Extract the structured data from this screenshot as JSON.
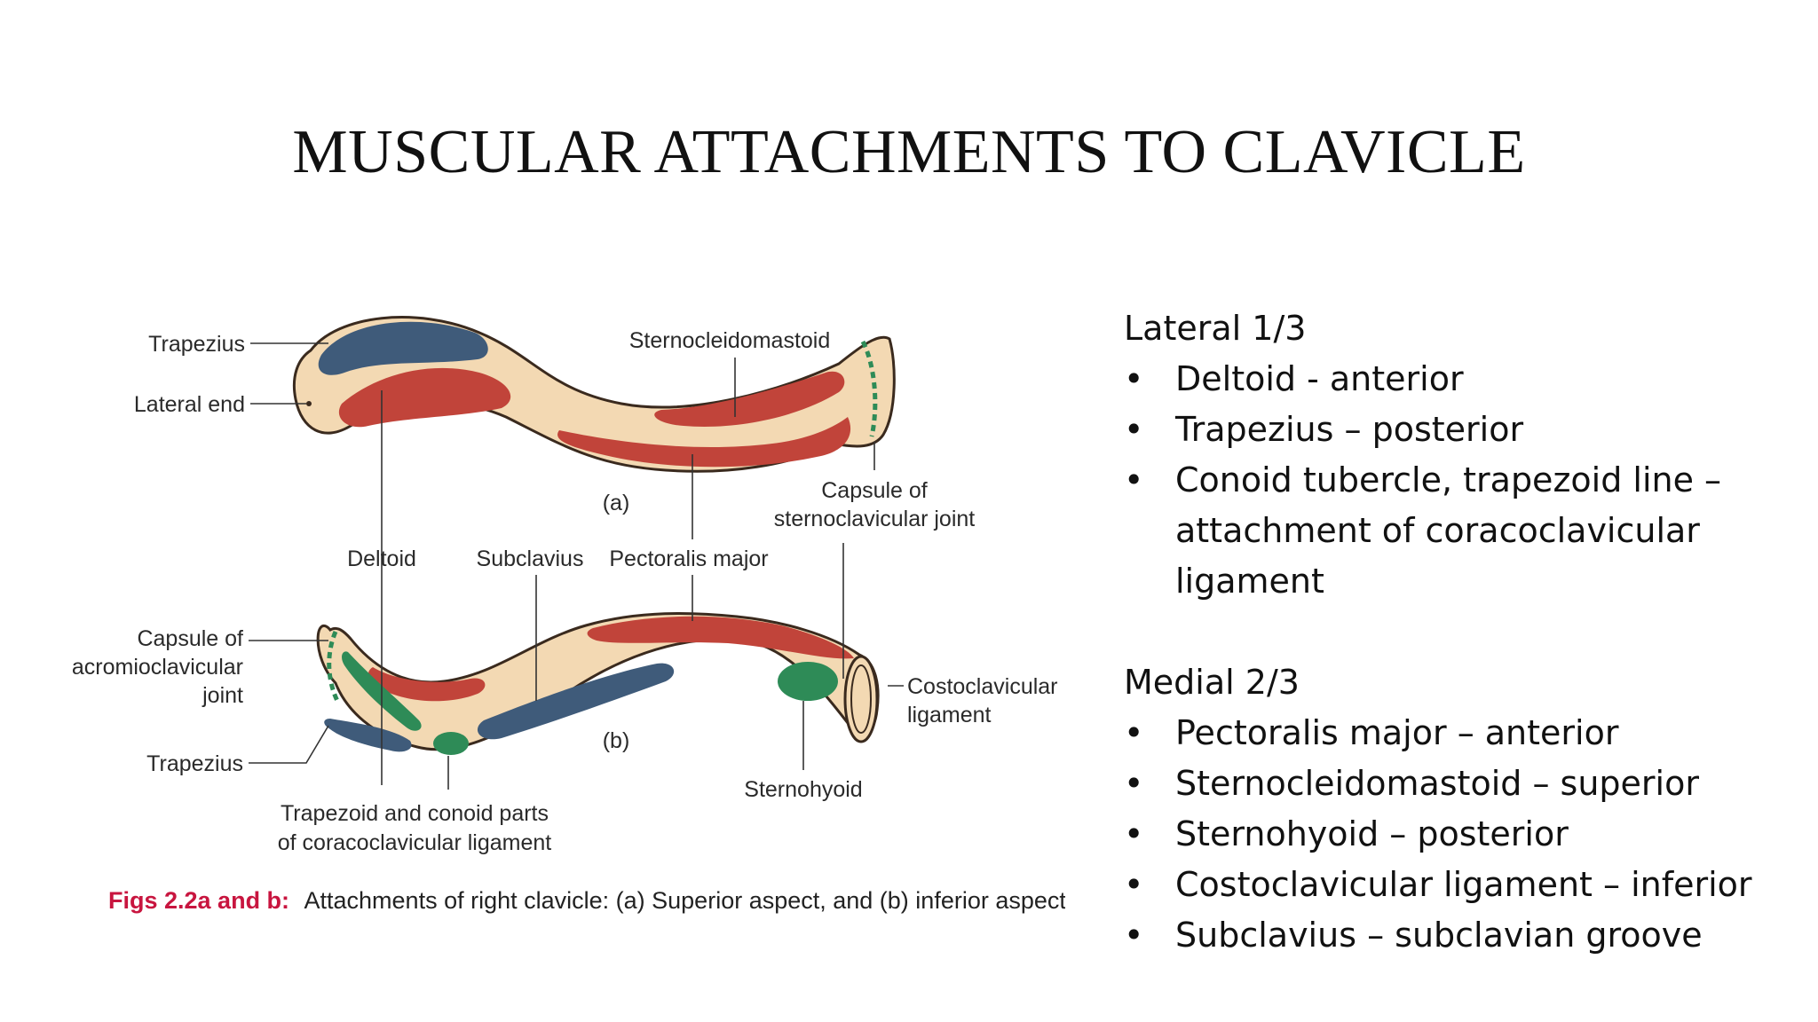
{
  "slide": {
    "title": "MUSCULAR ATTACHMENTS TO CLAVICLE"
  },
  "figure": {
    "labels": {
      "trapezius_top": "Trapezius",
      "lateral_end": "Lateral end",
      "sternocleidomastoid": "Sternocleidomastoid",
      "capsule_sc_line1": "Capsule of",
      "capsule_sc_line2": "sternoclavicular joint",
      "panel_a": "(a)",
      "deltoid": "Deltoid",
      "subclavius": "Subclavius",
      "pectoralis_major": "Pectoralis major",
      "capsule_ac_line1": "Capsule of",
      "capsule_ac_line2": "acromioclavicular",
      "capsule_ac_line3": "joint",
      "trapezius_bottom": "Trapezius",
      "panel_b": "(b)",
      "costoclavicular_line1": "Costoclavicular",
      "costoclavicular_line2": "ligament",
      "sternohyoid": "Sternohyoid",
      "trapezoid_line1": "Trapezoid and conoid parts",
      "trapezoid_line2": "of coracoclavicular ligament"
    },
    "caption": {
      "prefix": "Figs 2.2a and b:",
      "text": "Attachments of right clavicle: (a) Superior aspect, and (b) inferior aspect"
    },
    "colors": {
      "bone": "#f3d9b3",
      "bone_outline": "#3a2a1e",
      "red_muscle": "#c1443a",
      "blue_muscle": "#3f5b7a",
      "green_ligament": "#2e8b57",
      "caption_accent": "#c8153f"
    }
  },
  "text_panel": {
    "lateral": {
      "heading": "Lateral 1/3",
      "bullets": [
        "Deltoid - anterior",
        "Trapezius – posterior",
        "Conoid tubercle, trapezoid line – attachment of coracoclavicular ligament"
      ]
    },
    "medial": {
      "heading": "Medial 2/3",
      "bullets": [
        "Pectoralis major – anterior",
        "Sternocleidomastoid – superior",
        "Sternohyoid – posterior",
        "Costoclavicular ligament – inferior",
        "Subclavius – subclavian groove"
      ]
    },
    "bullet_symbol": "•"
  }
}
